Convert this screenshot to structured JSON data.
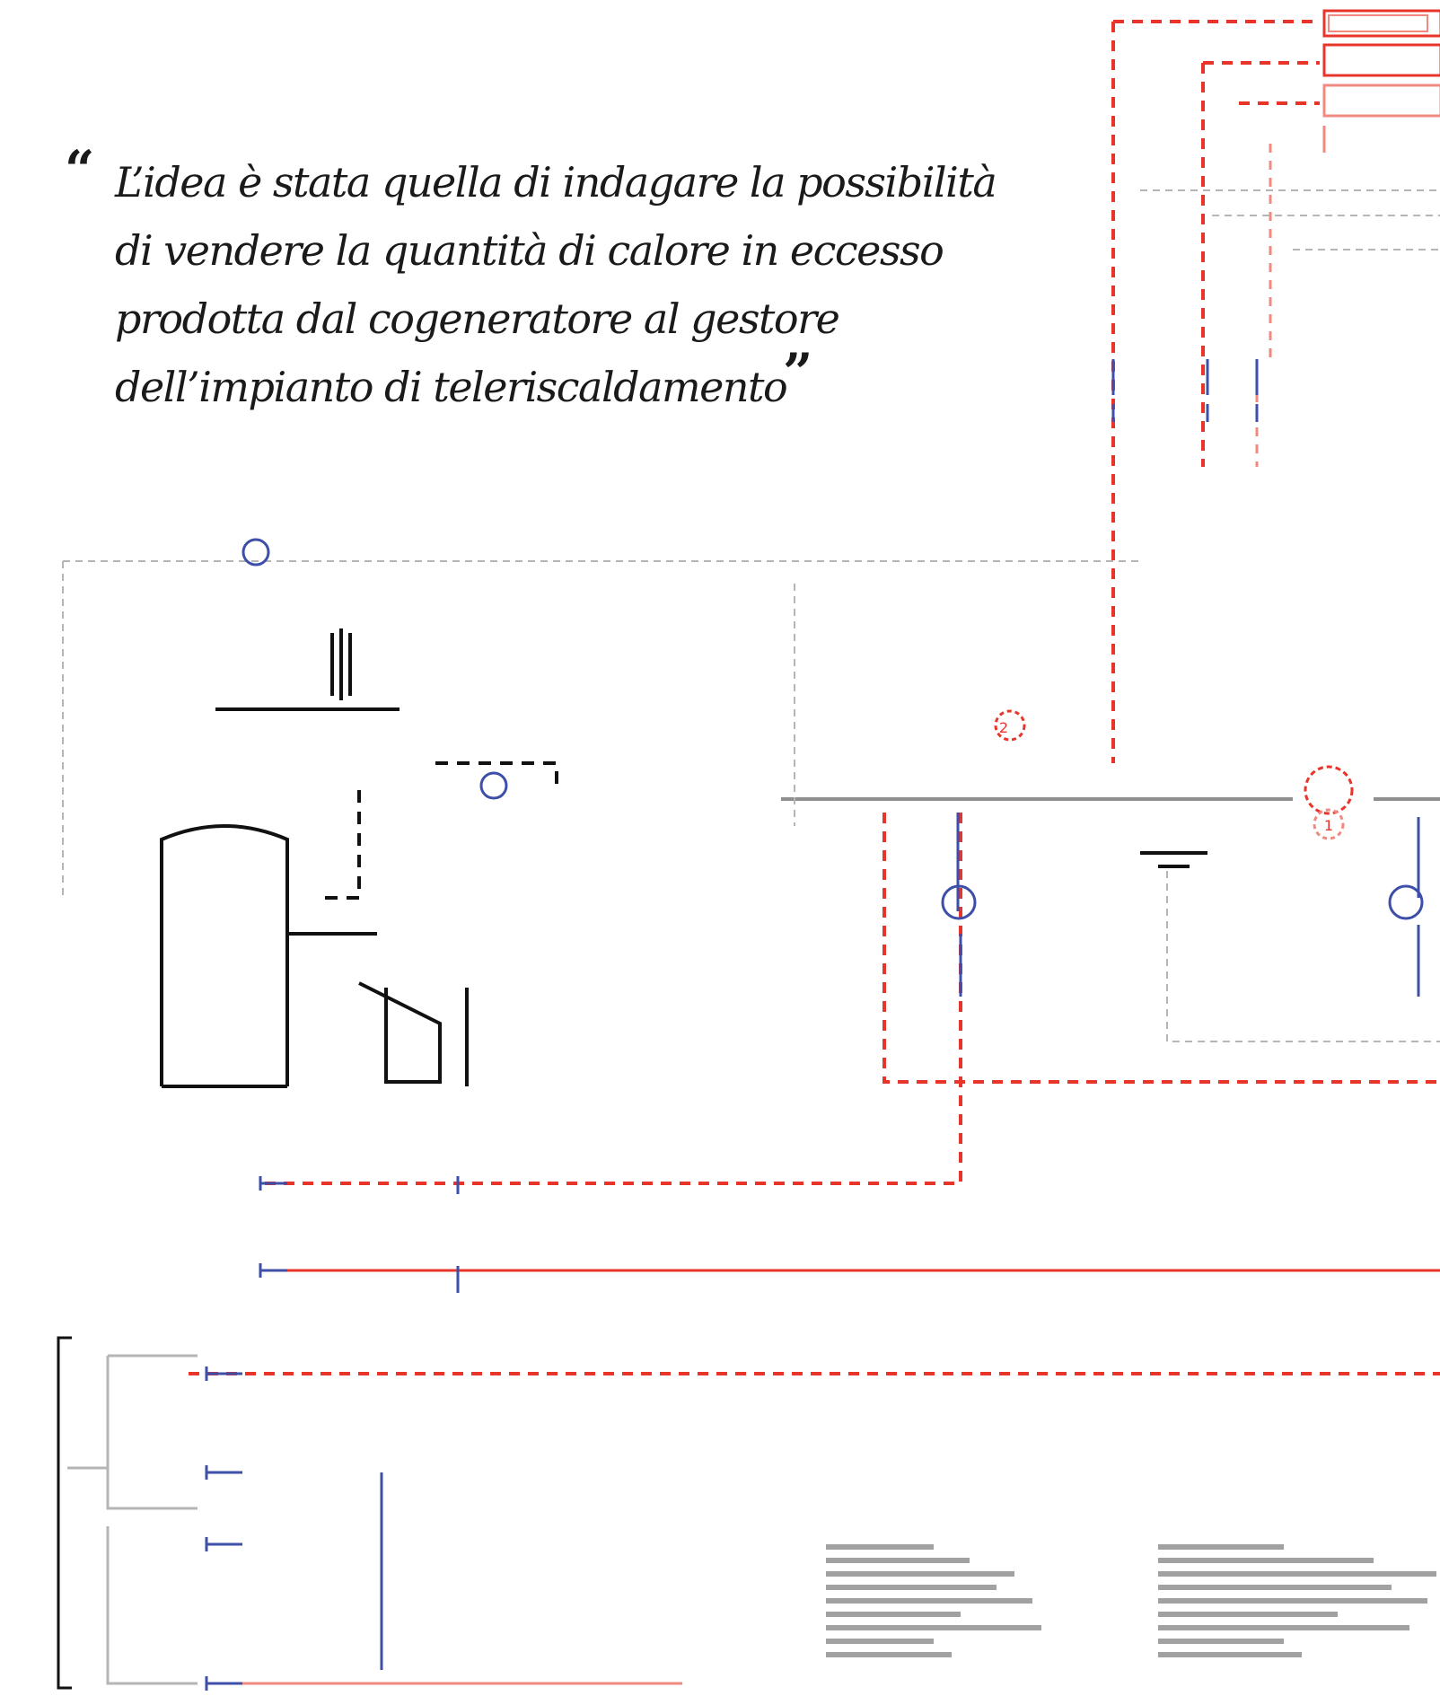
{
  "quote": {
    "open_mark": "“",
    "close_mark": "”",
    "lines": [
      "L’idea è stata quella di indagare la possibilità",
      "di vendere la quantità di calore in eccesso",
      "prodotta dal cogeneratore al gestore",
      "dell’impianto di teleriscaldamento"
    ]
  },
  "diagram": {
    "markers": [
      "2",
      "1"
    ]
  },
  "colors": {
    "text": "#1a1a1a",
    "hot_pipe": "#e8352b",
    "return_pipe": "#f08a80",
    "component": "#3d4fa8",
    "structure": "#111111",
    "muted": "#b5b5b5"
  }
}
